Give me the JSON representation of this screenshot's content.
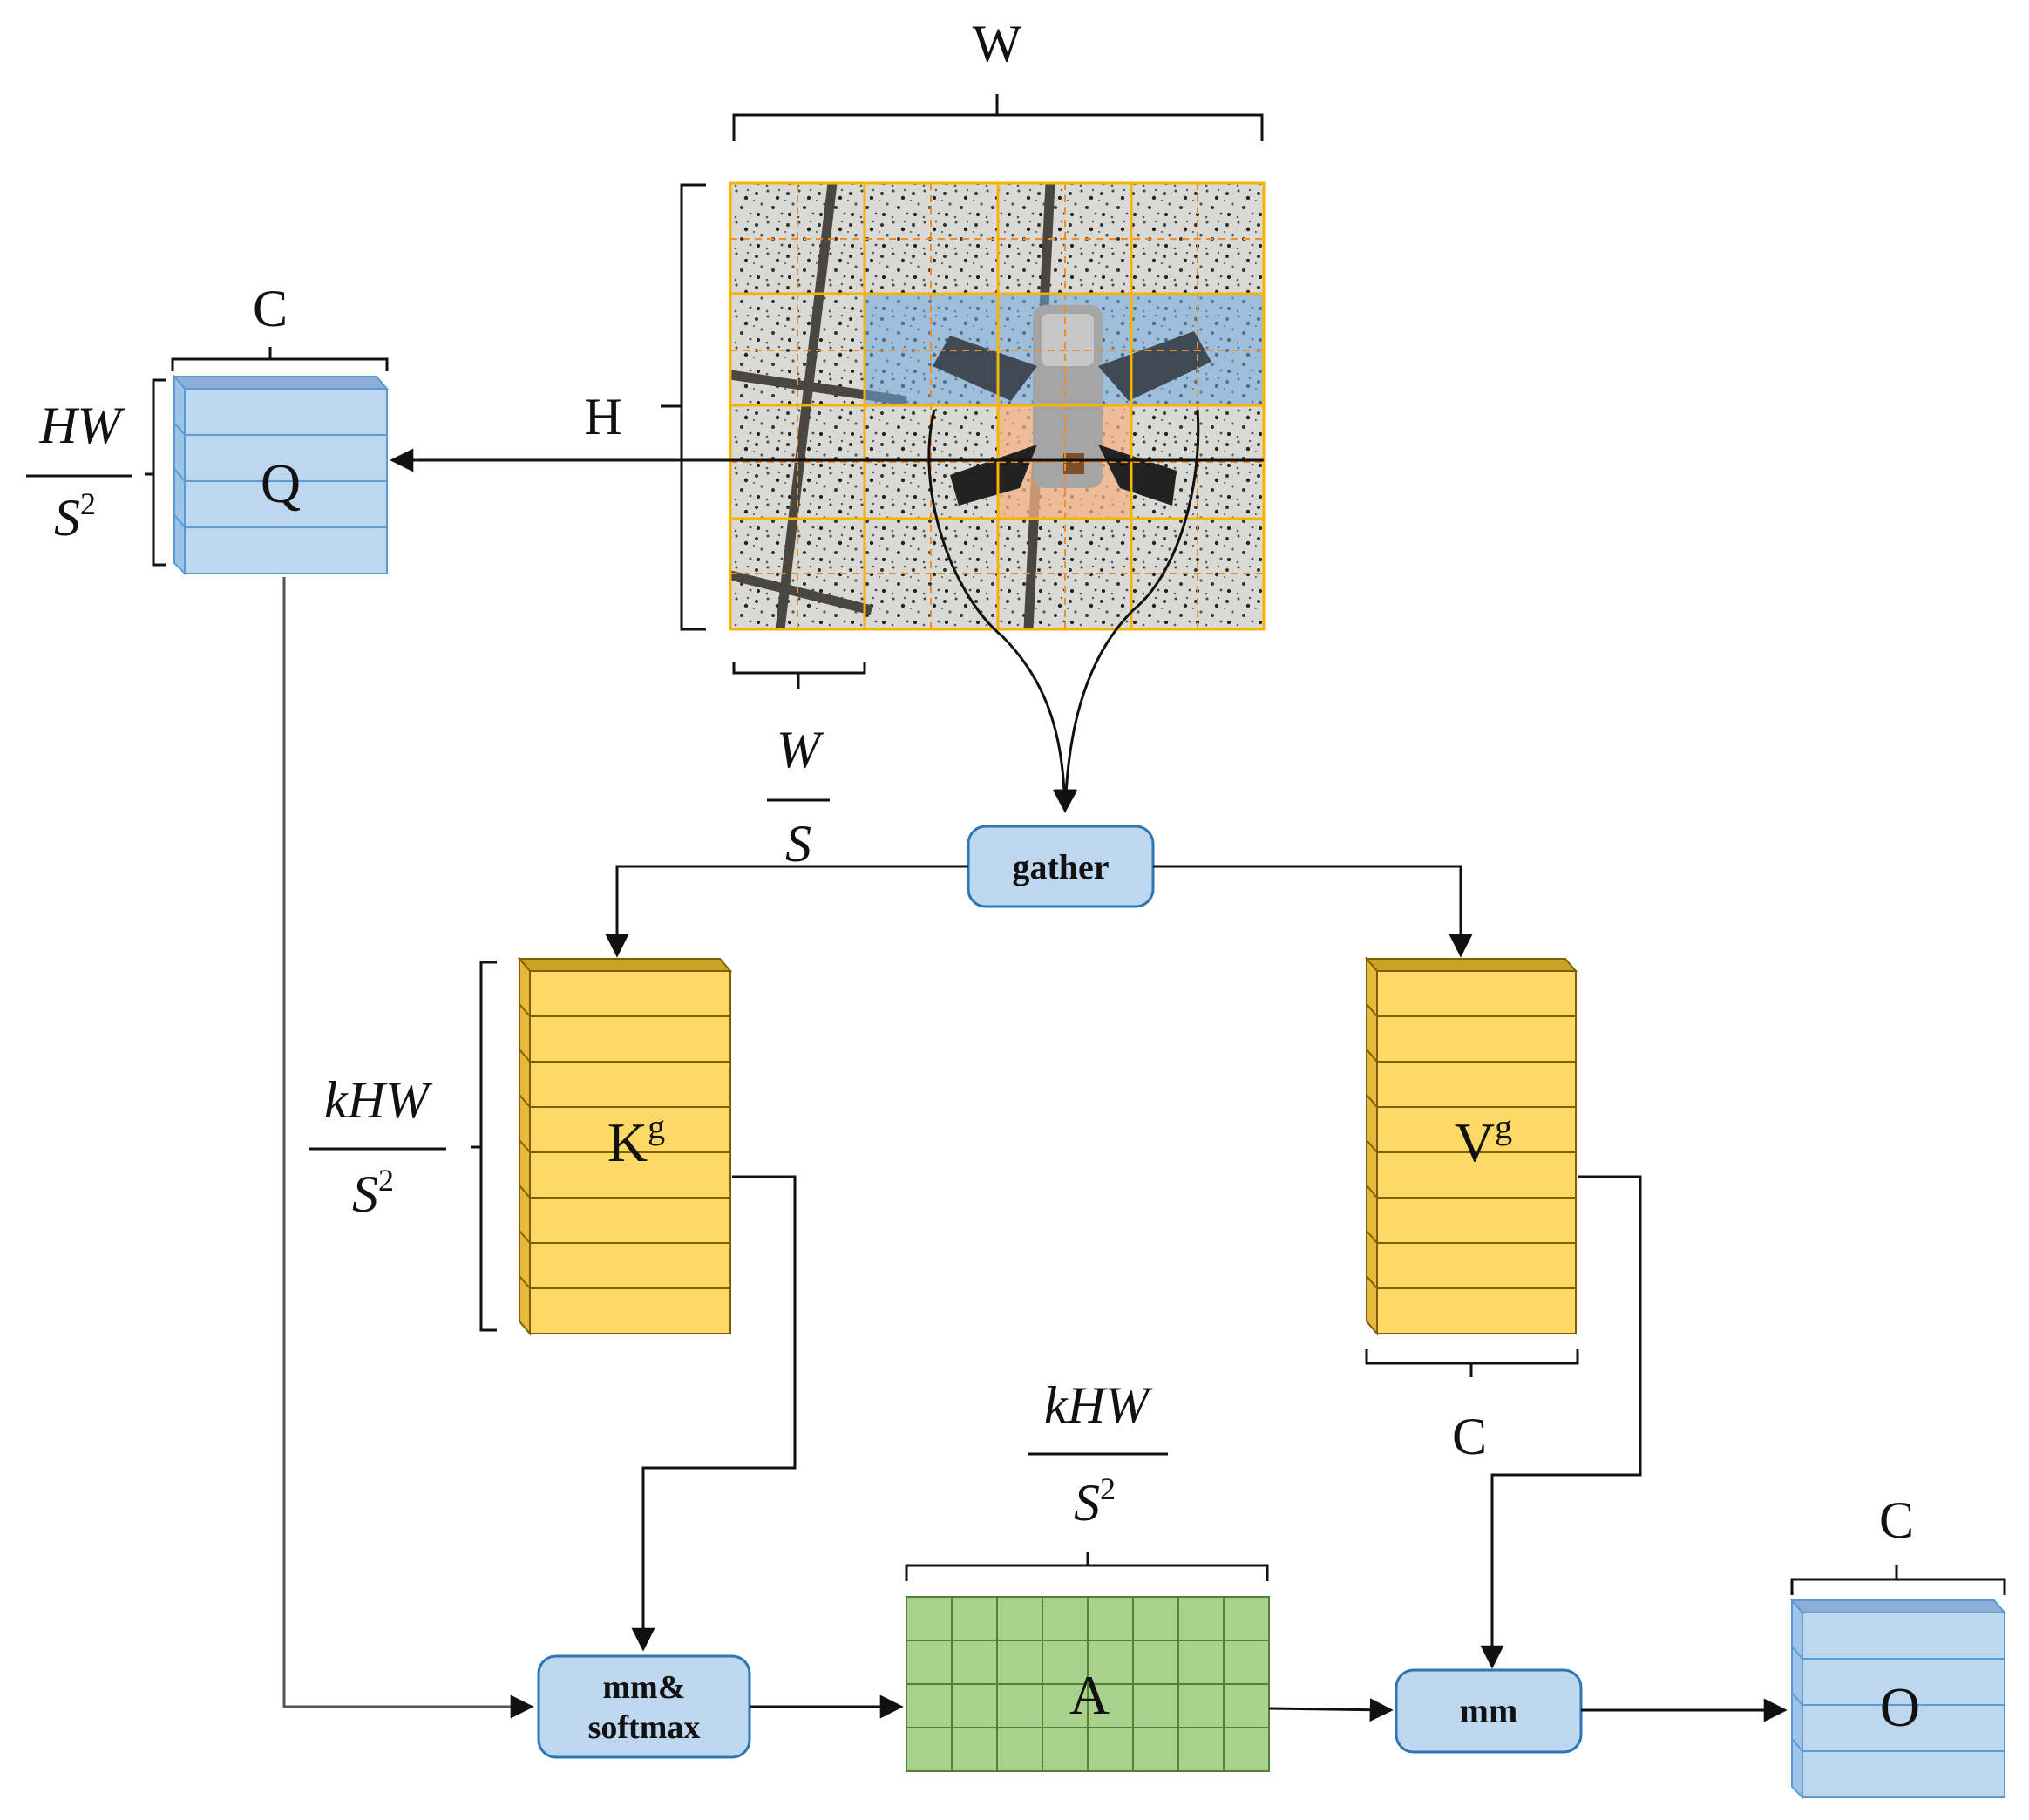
{
  "input_image": {
    "width_label": "W",
    "height_label": "H",
    "region_width_label_num": "W",
    "region_width_label_den": "S"
  },
  "query": {
    "label": "Q",
    "width_label": "C",
    "height_num": "HW",
    "height_den_base": "S",
    "height_den_exp": "2"
  },
  "gather": {
    "label": "gather"
  },
  "key": {
    "label": "K",
    "sup": "g",
    "height_num": "kHW",
    "height_den_base": "S",
    "height_den_exp": "2"
  },
  "value": {
    "label": "V",
    "sup": "g",
    "width_label": "C"
  },
  "mm_softmax": {
    "line1": "mm&",
    "line2": "softmax"
  },
  "attention": {
    "label": "A",
    "width_num": "kHW",
    "width_den_base": "S",
    "width_den_exp": "2"
  },
  "mm": {
    "label": "mm"
  },
  "output": {
    "label": "O",
    "width_label": "C"
  },
  "colors": {
    "blue_fill": "#bdd7ee",
    "blue_stroke": "#5b9bd5",
    "yellow_fill": "#ffd966",
    "yellow_stroke": "#7f6000",
    "green_fill": "#a9d18e",
    "green_stroke": "#548235",
    "grid_line": "#f4b400",
    "orange_highlight": "#f4b183",
    "blue_highlight": "#6fa8dc"
  }
}
